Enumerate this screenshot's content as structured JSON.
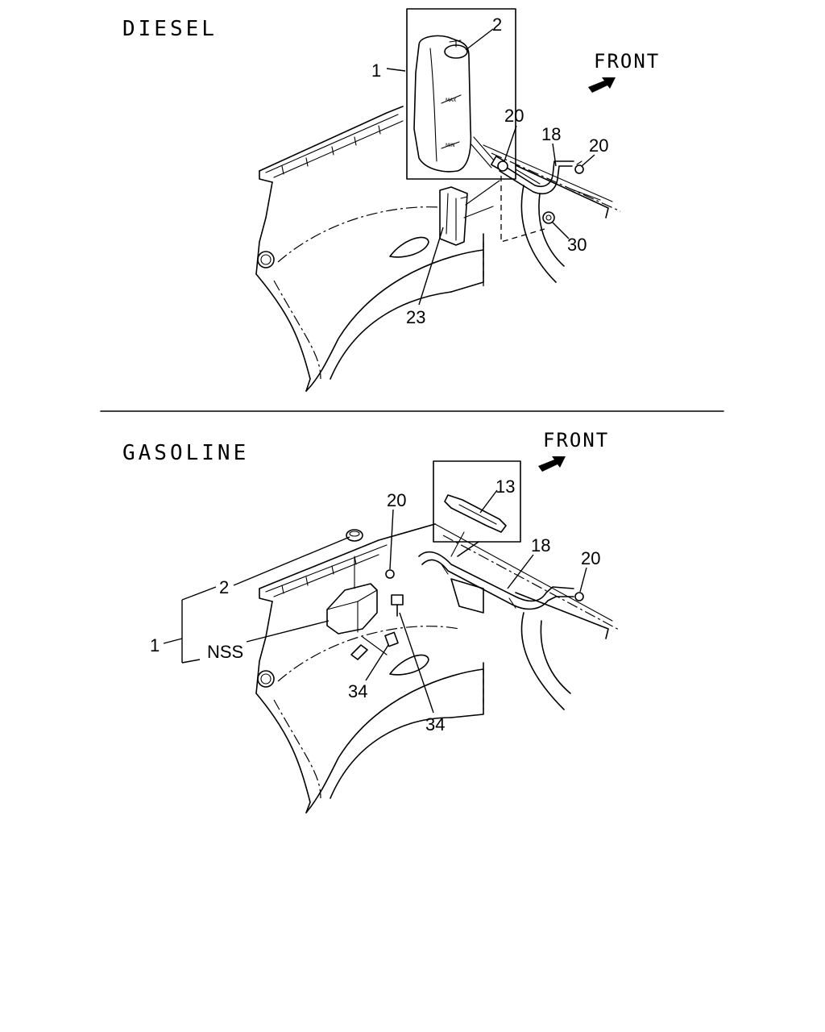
{
  "diesel": {
    "title": "DIESEL",
    "front_label": "FRONT",
    "callouts": {
      "c1": "1",
      "c2": "2",
      "c20a": "20",
      "c18": "18",
      "c20b": "20",
      "c30": "30",
      "c23": "23"
    }
  },
  "gasoline": {
    "title": "GASOLINE",
    "front_label": "FRONT",
    "callouts": {
      "c13": "13",
      "c20a": "20",
      "c18": "18",
      "c20b": "20",
      "c2": "2",
      "c1": "1",
      "cnss": "NSS",
      "c34a": "34",
      "c34b": "34"
    }
  }
}
